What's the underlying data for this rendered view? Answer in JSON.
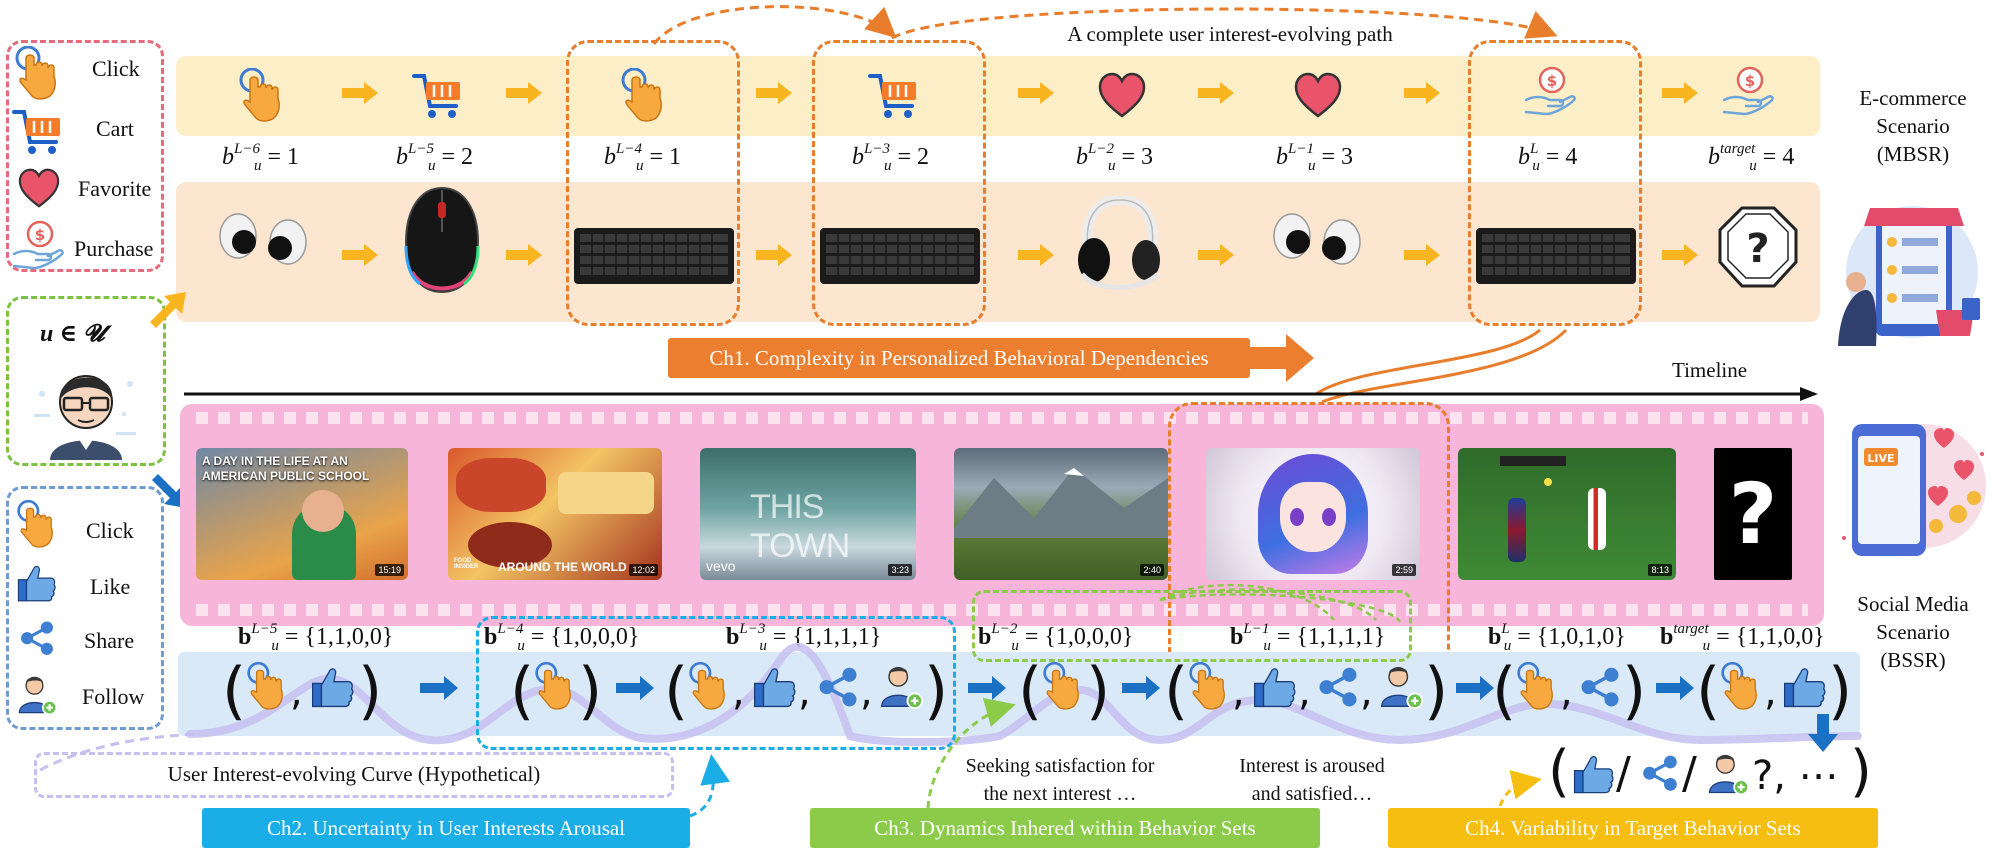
{
  "top": {
    "path_title": "A complete user interest-evolving path",
    "seq": [
      {
        "sup": "L−6",
        "val": "1"
      },
      {
        "sup": "L−5",
        "val": "2"
      },
      {
        "sup": "L−4",
        "val": "1"
      },
      {
        "sup": "L−3",
        "val": "2"
      },
      {
        "sup": "L−2",
        "val": "3"
      },
      {
        "sup": "L−1",
        "val": "3"
      },
      {
        "sup": "L",
        "val": "4"
      },
      {
        "sup": "target",
        "val": "4"
      }
    ],
    "var": "b",
    "sub": "u",
    "ch1": "Ch1. Complexity in Personalized Behavioral Dependencies"
  },
  "legend_top": {
    "items": [
      {
        "label": "Click",
        "icon": "pointer-click-icon"
      },
      {
        "label": "Cart",
        "icon": "shopping-cart-icon"
      },
      {
        "label": "Favorite",
        "icon": "heart-icon"
      },
      {
        "label": "Purchase",
        "icon": "purchase-coin-hand-icon"
      }
    ]
  },
  "user": {
    "label": "u ∈ 𝓤"
  },
  "legend_bottom": {
    "items": [
      {
        "label": "Click",
        "icon": "pointer-click-icon"
      },
      {
        "label": "Like",
        "icon": "thumbs-up-icon"
      },
      {
        "label": "Share",
        "icon": "share-icon"
      },
      {
        "label": "Follow",
        "icon": "follow-user-icon"
      }
    ]
  },
  "right": {
    "ecom": [
      "E-commerce",
      "Scenario",
      "(MBSR)"
    ],
    "social": [
      "Social Media",
      "Scenario",
      "(BSSR)"
    ],
    "live": "LIVE"
  },
  "timeline": "Timeline",
  "videos": [
    {
      "title": "A DAY IN THE LIFE AT AN AMERICAN PUBLIC SCHOOL",
      "duration": "15:19"
    },
    {
      "title": "AROUND THE WORLD",
      "brand": "FOOD INSIDER",
      "duration": "12:02"
    },
    {
      "title": "THIS TOWN",
      "brand": "vevo",
      "duration": "3:23"
    },
    {
      "title": "",
      "duration": "2:40"
    },
    {
      "title": "",
      "duration": "2:59"
    },
    {
      "title": "",
      "duration": "8:13"
    },
    {
      "title": "?",
      "duration": ""
    }
  ],
  "bottom": {
    "var": "b",
    "sub": "u",
    "seq": [
      {
        "sup": "L−5",
        "val": "{1,1,0,0}"
      },
      {
        "sup": "L−4",
        "val": "{1,0,0,0}"
      },
      {
        "sup": "L−3",
        "val": "{1,1,1,1}"
      },
      {
        "sup": "L−2",
        "val": "{1,0,0,0}"
      },
      {
        "sup": "L−1",
        "val": "{1,1,1,1}"
      },
      {
        "sup": "L",
        "val": "{1,0,1,0}"
      },
      {
        "sup": "target",
        "val": "{1,1,0,0}"
      }
    ],
    "curve_label": "User Interest-evolving Curve (Hypothetical)",
    "seek_1": "Seeking satisfaction for",
    "seek_2": "the next interest …",
    "arouse_1": "Interest is aroused",
    "arouse_2": "and satisfied…",
    "target_tail": "?, ⋯",
    "ch2": "Ch2. Uncertainty in User Interests Arousal",
    "ch3": "Ch3. Dynamics Inhered within Behavior Sets",
    "ch4": "Ch4. Variability in Target Behavior Sets"
  },
  "colors": {
    "orange": "#E87D2C",
    "yellow_band": "#FCEFC8",
    "peach_band": "#FCE6CF",
    "pink_film": "#F7B6D9",
    "blue_band": "#D9E9F7",
    "ch1_bg": "#EC7E30",
    "ch2_bg": "#1BAEE6",
    "ch3_bg": "#8CCB4A",
    "ch4_bg": "#F6BE10"
  }
}
